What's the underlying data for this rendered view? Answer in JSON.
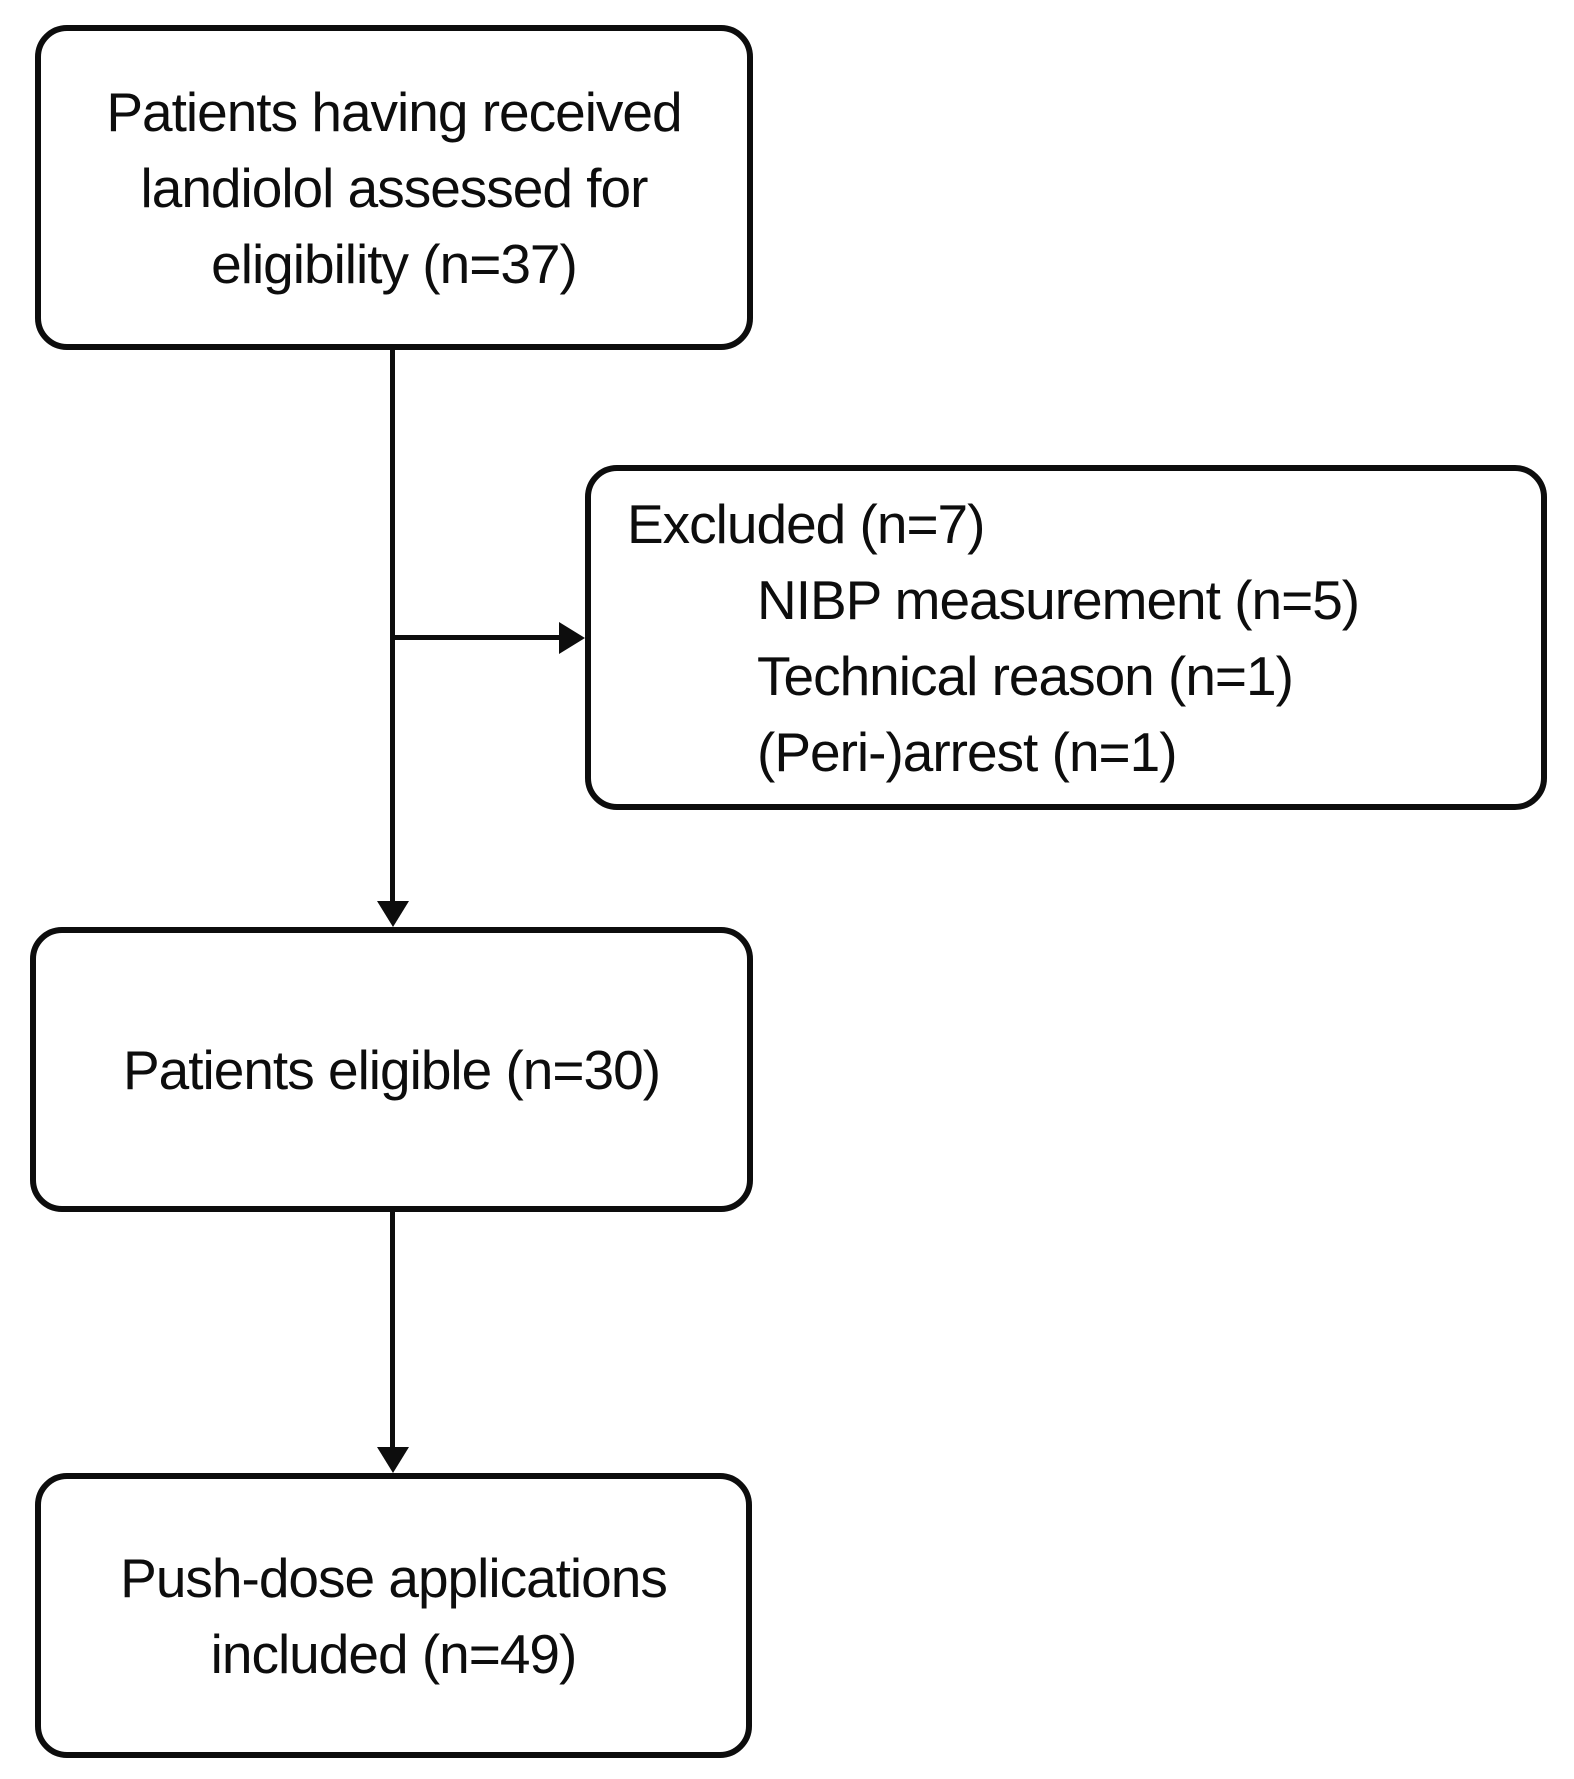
{
  "diagram": {
    "type": "patient-flow-chart",
    "colors": {
      "background": "#ffffff",
      "line": "#0d0d0d",
      "text": "#0d0d0d"
    },
    "boxes": {
      "assessed": {
        "lines": [
          "Patients having received",
          "landiolol assessed for",
          "eligibility (n=37)"
        ]
      },
      "excluded": {
        "title": "Excluded (n=7)",
        "items": [
          "NIBP measurement (n=5)",
          "Technical reason (n=1)",
          "(Peri-)arrest (n=1)"
        ]
      },
      "eligible": {
        "label": "Patients eligible (n=30)"
      },
      "included": {
        "lines": [
          "Push-dose applications",
          "included (n=49)"
        ]
      }
    }
  }
}
